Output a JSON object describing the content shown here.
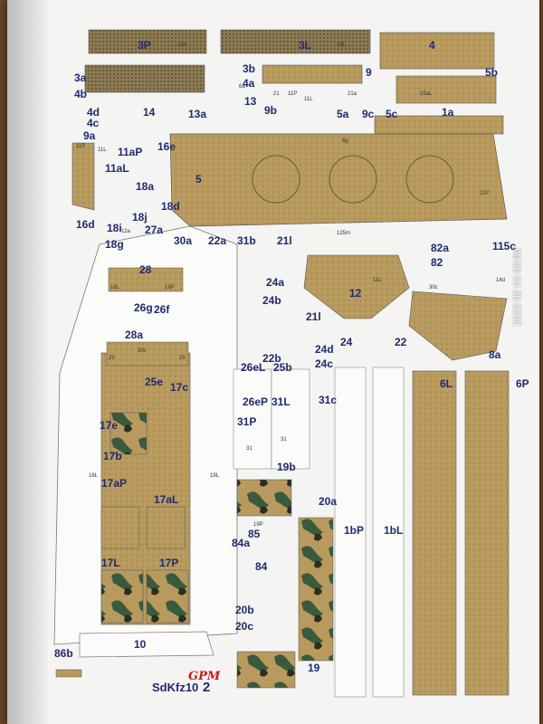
{
  "sheet": {
    "brand": "GPM",
    "model": "SdKfz10",
    "page_number": "2",
    "photo_timestamp": "2022 02 03 03:59"
  },
  "part_labels": [
    "3P",
    "3L",
    "4",
    "3a",
    "3b",
    "9",
    "5b",
    "4a",
    "4b",
    "13",
    "1a",
    "4d",
    "14",
    "13a",
    "9b",
    "5a",
    "9c",
    "5c",
    "4c",
    "9a",
    "11aP",
    "16e",
    "11aL",
    "5",
    "18a",
    "18d",
    "18j",
    "16d",
    "18i",
    "27a",
    "22a",
    "31b",
    "21l",
    "82a",
    "115c",
    "18g",
    "82",
    "28",
    "30a",
    "26g",
    "26f",
    "12",
    "24a",
    "24b",
    "21l",
    "28a",
    "24",
    "22",
    "8a",
    "22b",
    "24d",
    "25e",
    "26eL",
    "25b",
    "24c",
    "17c",
    "6L",
    "6P",
    "26eP",
    "31L",
    "31c",
    "17e",
    "31P",
    "17b",
    "19b",
    "20a",
    "1bP",
    "1bL",
    "17aP",
    "17aL",
    "85",
    "84a",
    "84",
    "17L",
    "17P",
    "20b",
    "20c",
    "10",
    "86b",
    "19"
  ],
  "small_print": [
    "11tt",
    "15L",
    "15aL",
    "11P",
    "11L",
    "21",
    "21a",
    "11P",
    "11L",
    "12a",
    "6a",
    "6g",
    "125m",
    "11P",
    "11L",
    "14d",
    "30c",
    "30c",
    "29",
    "29",
    "16L",
    "16P",
    "16L",
    "19L",
    "19P",
    "31",
    "31"
  ]
}
